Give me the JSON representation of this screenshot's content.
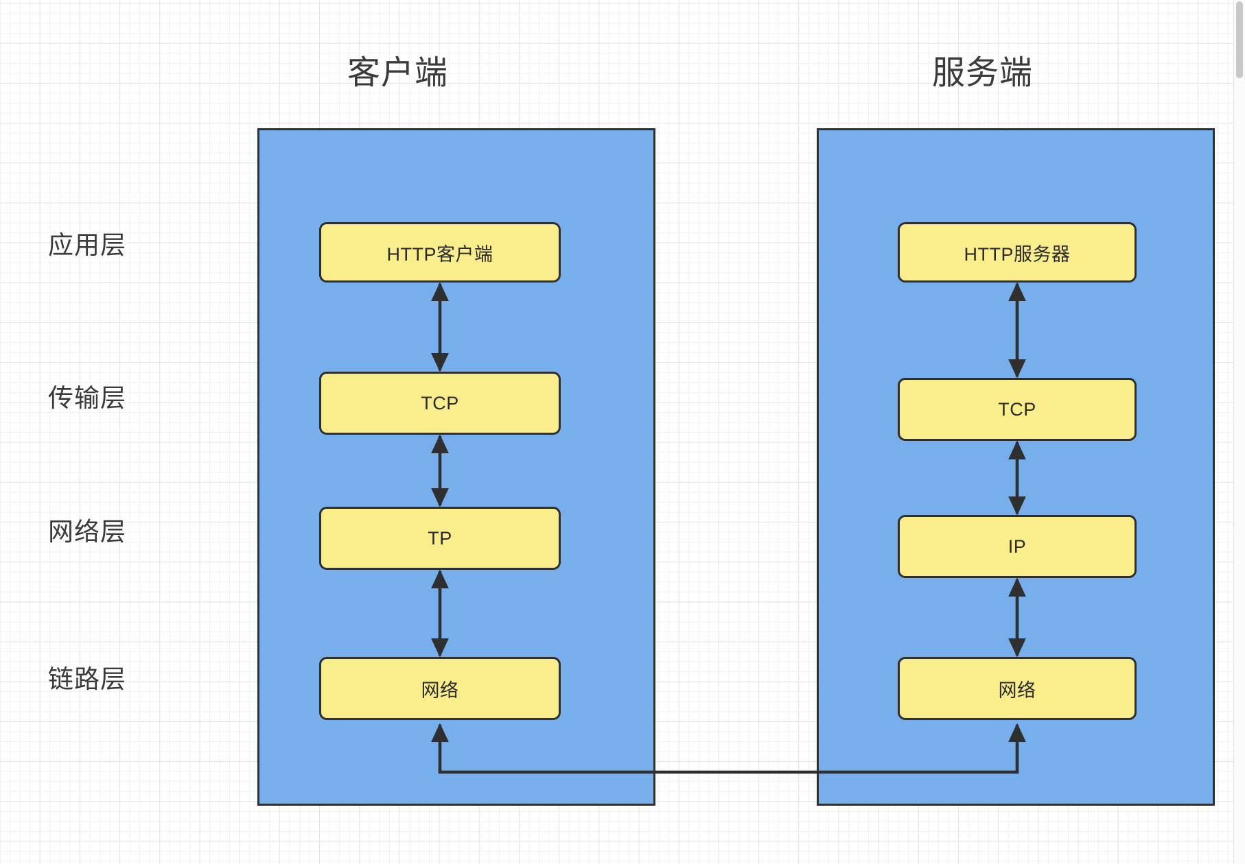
{
  "diagram": {
    "title_left": "客户端",
    "title_right": "服务端",
    "row_labels": [
      {
        "id": "application",
        "label": "应用层"
      },
      {
        "id": "transport",
        "label": "传输层"
      },
      {
        "id": "network",
        "label": "网络层"
      },
      {
        "id": "link",
        "label": "链路层"
      }
    ],
    "client": {
      "panel_name": "客户端",
      "nodes": [
        {
          "id": "client-app",
          "label": "HTTP客户端"
        },
        {
          "id": "client-transport",
          "label": "TCP"
        },
        {
          "id": "client-network",
          "label": "TP"
        },
        {
          "id": "client-link",
          "label": "网络"
        }
      ]
    },
    "server": {
      "panel_name": "服务端",
      "nodes": [
        {
          "id": "server-app",
          "label": "HTTP服务器"
        },
        {
          "id": "server-transport",
          "label": "TCP"
        },
        {
          "id": "server-network",
          "label": "IP"
        },
        {
          "id": "server-link",
          "label": "网络"
        }
      ]
    },
    "colors": {
      "panel_fill": "#76AFEC",
      "node_fill": "#FAEE8C",
      "stroke": "#2f2f2f",
      "text": "#3a3a3a",
      "grid_minor": "#f1f1f1",
      "grid_major": "#e4e4e4",
      "canvas": "#ffffff"
    },
    "connectors": {
      "vertical_bidirectional_count": 6,
      "physical_link_label": ""
    }
  }
}
